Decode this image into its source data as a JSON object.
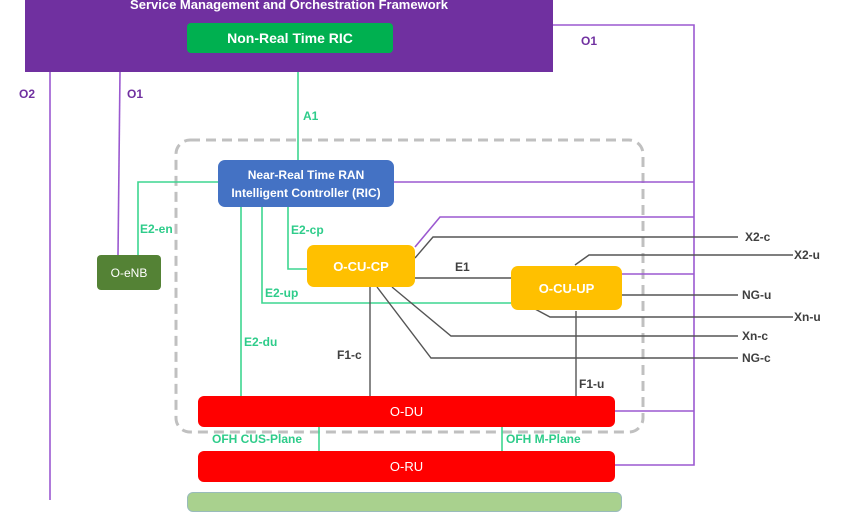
{
  "framework": {
    "title": "Service Management and Orchestration Framework",
    "color": "#7030a0"
  },
  "nrt_ric": {
    "label": "Non-Real Time RIC",
    "color": "#00b050"
  },
  "near_rt_ric": {
    "label_line1": "Near-Real Time RAN",
    "label_line2": "Intelligent Controller (RIC)",
    "color": "#4472c4"
  },
  "o_enb": {
    "label": "O-eNB",
    "color": "#548235"
  },
  "o_cu_cp": {
    "label": "O-CU-CP",
    "color": "#ffc000"
  },
  "o_cu_up": {
    "label": "O-CU-UP",
    "color": "#ffc000"
  },
  "o_du": {
    "label": "O-DU",
    "color": "#ff0000"
  },
  "o_ru": {
    "label": "O-RU",
    "color": "#ff0000"
  },
  "bottom_box": {
    "color": "#a9d18e"
  },
  "interfaces": {
    "o1_right": "O1",
    "o1_left": "O1",
    "o2": "O2",
    "a1": "A1",
    "e2_en": "E2-en",
    "e2_cp": "E2-cp",
    "e2_up": "E2-up",
    "e2_du": "E2-du",
    "e1": "E1",
    "f1_c": "F1-c",
    "f1_u": "F1-u",
    "ofh_cus": "OFH CUS-Plane",
    "ofh_m": "OFH M-Plane",
    "x2_c": "X2-c",
    "x2_u": "X2-u",
    "ng_u": "NG-u",
    "xn_u": "Xn-u",
    "xn_c": "Xn-c",
    "ng_c": "NG-c"
  }
}
